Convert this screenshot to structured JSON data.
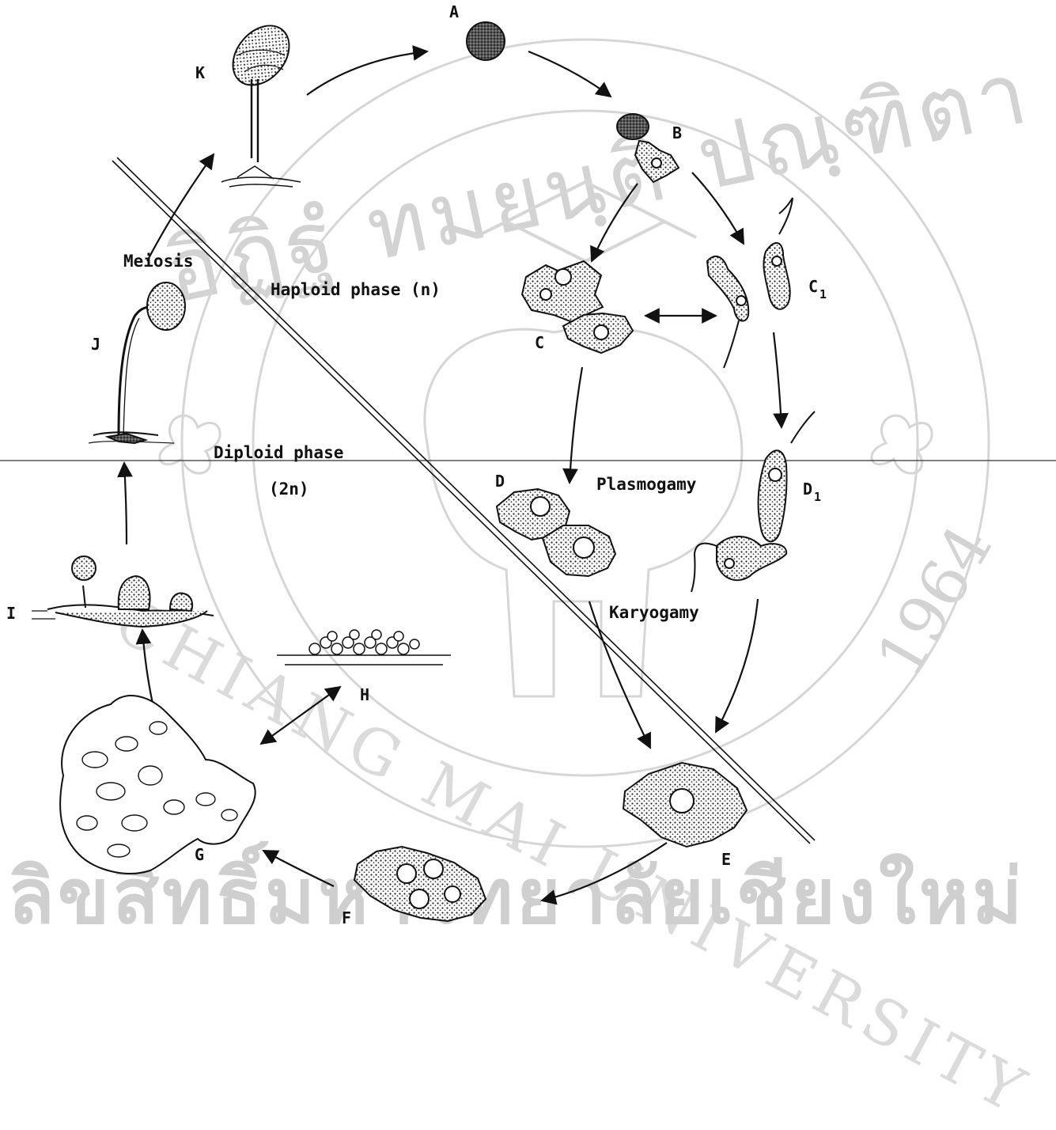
{
  "watermark": {
    "seal_text": "อิฏิฐํ ทมยนฺติ ปณฺฑิตา",
    "university_en": "CHIANG MAI UNIVERSITY",
    "year": "1964",
    "copyright_th": "ลิขสิทธิ์มหาวิทยาลัยเชียงใหม่",
    "color": "#d0d0d0"
  },
  "stages": {
    "A": "A",
    "B": "B",
    "C": "C",
    "C1": "C",
    "C1_sub": "1",
    "D": "D",
    "D1": "D",
    "D1_sub": "1",
    "E": "E",
    "F": "F",
    "G": "G",
    "H": "H",
    "I": "I",
    "J": "J",
    "K": "K"
  },
  "labels": {
    "meiosis": "Meiosis",
    "haploid": "Haploid phase (n)",
    "diploid": "Diploid phase",
    "diploid_n": "(2n)",
    "plasmogamy": "Plasmogamy",
    "karyogamy": "Karyogamy"
  },
  "colors": {
    "ink": "#111111",
    "stipple": "#333333"
  }
}
